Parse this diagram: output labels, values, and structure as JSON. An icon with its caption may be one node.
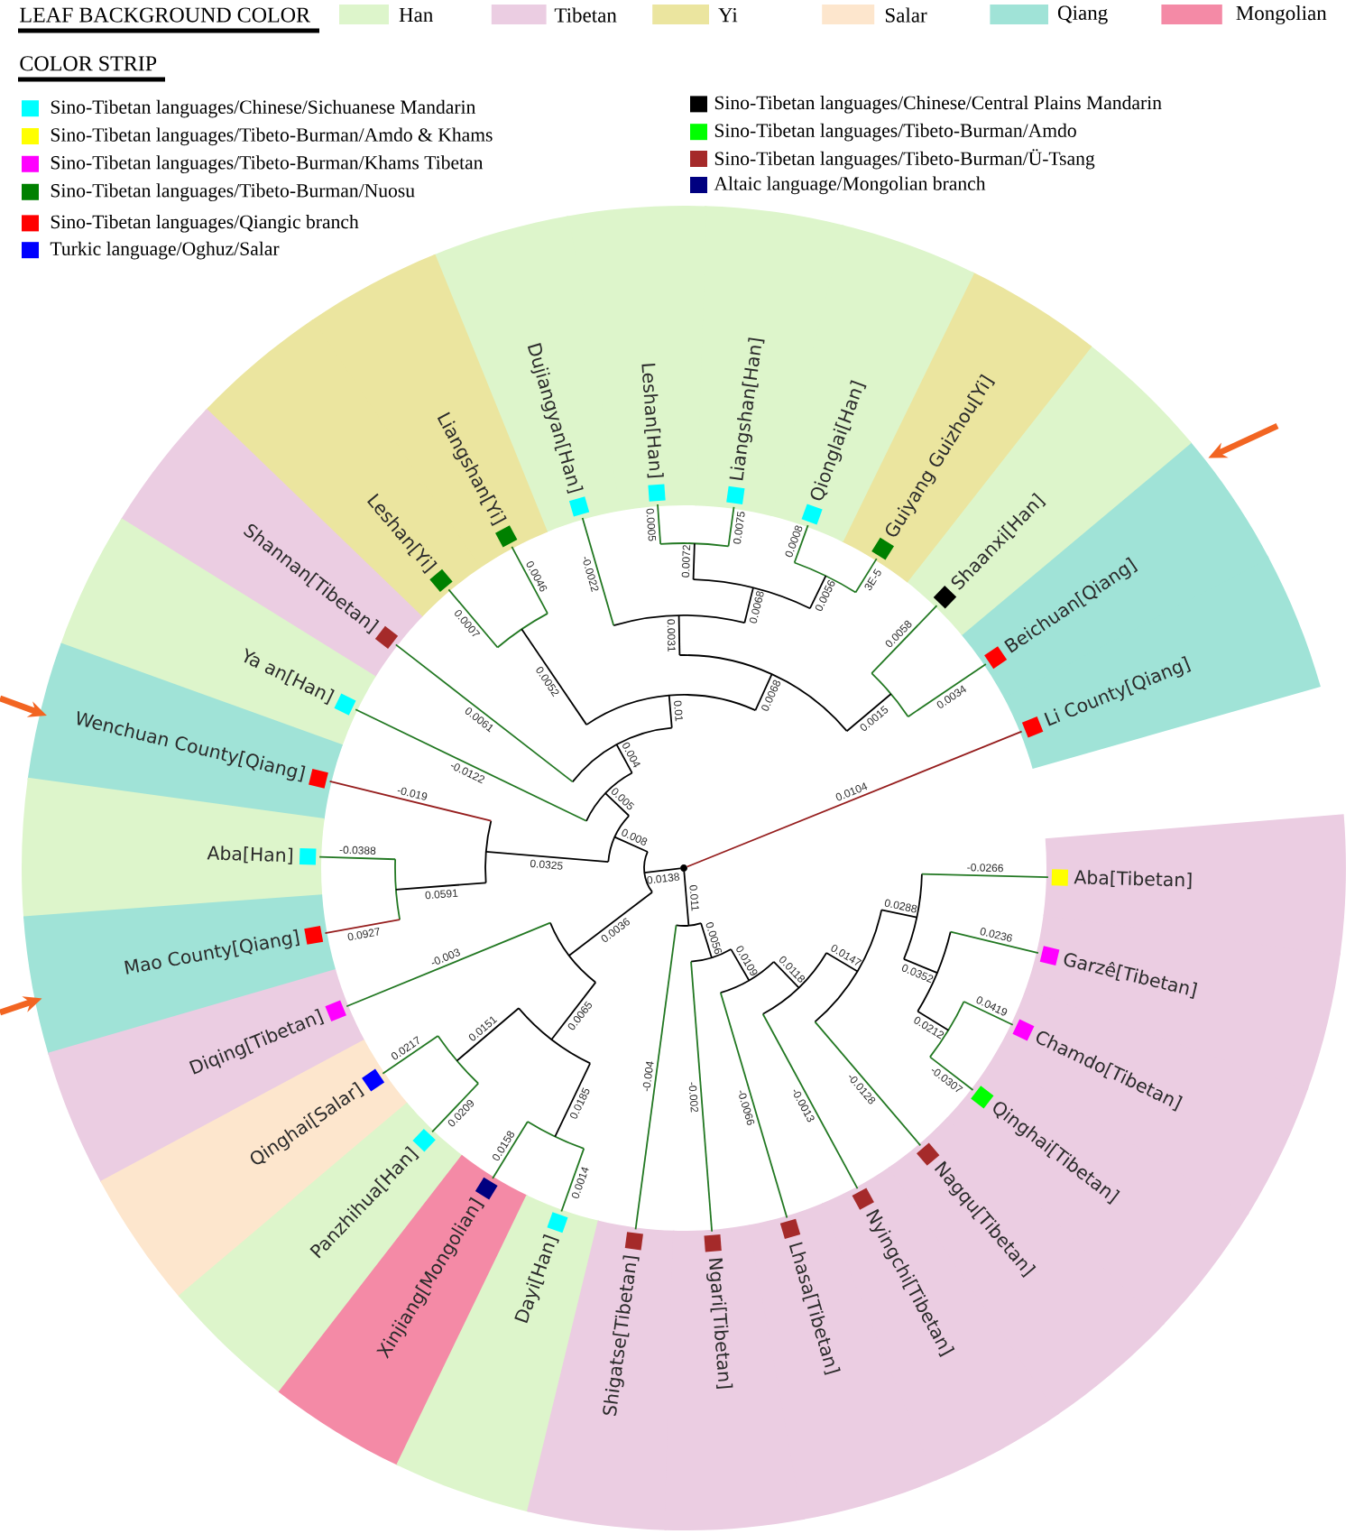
{
  "diagram": {
    "nodes": [
      {
        "text": [
          "Li County[Qiang]"
        ]
      },
      {
        "text": [
          "Beichuan[Qiang]"
        ]
      },
      {
        "text": [
          "Shaanxi[Han]"
        ]
      },
      {
        "text": [
          "Guiyang Guizhou[Yi]"
        ]
      },
      {
        "text": [
          "Qionglai[Han]"
        ]
      },
      {
        "text": [
          "Liangshan[Han]"
        ]
      },
      {
        "text": [
          "Leshan[Han]"
        ]
      },
      {
        "text": [
          "Dujiangyan[Han]"
        ]
      },
      {
        "text": [
          "Liangshan[Yi]"
        ]
      },
      {
        "text": [
          "Leshan[Yi]"
        ]
      },
      {
        "text": [
          "Shannan[Tibetan]"
        ]
      },
      {
        "text": [
          "Ya an[Han]"
        ]
      },
      {
        "text": [
          "Wenchuan County[Qiang]"
        ]
      },
      {
        "text": [
          "Aba[Han]"
        ]
      },
      {
        "text": [
          "Mao County[Qiang]"
        ]
      },
      {
        "text": [
          "Diqing[Tibetan]"
        ]
      },
      {
        "text": [
          "Qinghai[Salar]"
        ]
      },
      {
        "text": [
          "Panzhihua[Han]"
        ]
      },
      {
        "text": [
          "Xinjiang[Mongolian]"
        ]
      },
      {
        "text": [
          "Dayi[Han]"
        ]
      },
      {
        "text": [
          "Shigatse[Tibetan]"
        ]
      },
      {
        "text": [
          "Ngari[Tibetan]"
        ]
      },
      {
        "text": [
          "Lhasa[Tibetan]"
        ]
      },
      {
        "text": [
          "Nyingchi[Tibetan]"
        ]
      },
      {
        "text": [
          "Nagqu[Tibetan]"
        ]
      },
      {
        "text": [
          "Qinghai[Tibetan]"
        ]
      },
      {
        "text": [
          "Chamdo[Tibetan]"
        ]
      },
      {
        "text": [
          "Garzê[Tibetan]"
        ]
      },
      {
        "text": [
          "Aba[Tibetan]"
        ]
      },
      {
        "text": [],
        "shape": "circle"
      },
      {
        "text": [],
        "shape": "bar"
      },
      {
        "text": [],
        "shape": "bar"
      },
      {
        "text": [],
        "shape": "bar"
      },
      {
        "text": [],
        "shape": "bar"
      },
      {
        "text": [],
        "shape": "bar"
      },
      {
        "text": [],
        "shape": "bar"
      },
      {
        "text": [],
        "shape": "bar"
      },
      {
        "text": [],
        "shape": "bar"
      },
      {
        "text": [],
        "shape": "bar"
      },
      {
        "text": [],
        "shape": "bar"
      },
      {
        "text": [],
        "shape": "bar"
      },
      {
        "text": [],
        "shape": "bar"
      },
      {
        "text": [],
        "shape": "bar"
      },
      {
        "text": [],
        "shape": "bar"
      },
      {
        "text": [],
        "shape": "bar"
      },
      {
        "text": [],
        "shape": "bar"
      },
      {
        "text": [],
        "shape": "bar"
      },
      {
        "text": [],
        "shape": "bar"
      },
      {
        "text": [],
        "shape": "bar"
      },
      {
        "text": [],
        "shape": "bar"
      },
      {
        "text": [],
        "shape": "bar"
      },
      {
        "text": [],
        "shape": "bar"
      },
      {
        "text": [],
        "shape": "bar"
      },
      {
        "text": [],
        "shape": "bar"
      },
      {
        "text": [],
        "shape": "bar"
      },
      {
        "text": [],
        "shape": "bar"
      }
    ],
    "edges": [
      {
        "from": 29,
        "to": 0,
        "arrow": "none",
        "label": "0.0104",
        "color": "#961e1e"
      },
      {
        "from": 55,
        "to": 1,
        "arrow": "none",
        "label": "0.0034"
      },
      {
        "from": 55,
        "to": 2,
        "arrow": "none",
        "label": "0.0058"
      },
      {
        "from": 50,
        "to": 55,
        "arrow": "none",
        "label": "0.0015",
        "color": "#000000"
      },
      {
        "from": 54,
        "to": 3,
        "arrow": "none",
        "label": "3E-5"
      },
      {
        "from": 54,
        "to": 4,
        "arrow": "none",
        "label": "0.0008"
      },
      {
        "from": 52,
        "to": 54,
        "arrow": "none",
        "label": "0.0056",
        "color": "#000000"
      },
      {
        "from": 53,
        "to": 5,
        "arrow": "none",
        "label": "0.0075"
      },
      {
        "from": 53,
        "to": 6,
        "arrow": "none",
        "label": "0.0005"
      },
      {
        "from": 52,
        "to": 53,
        "arrow": "none",
        "label": "0.0072",
        "color": "#000000"
      },
      {
        "from": 51,
        "to": 52,
        "arrow": "none",
        "label": "0.0068",
        "color": "#000000"
      },
      {
        "from": 51,
        "to": 7,
        "arrow": "none",
        "label": "-0.0022"
      },
      {
        "from": 50,
        "to": 51,
        "arrow": "none",
        "label": "0.0031",
        "color": "#000000"
      },
      {
        "from": 48,
        "to": 50,
        "arrow": "none",
        "label": "0.0068",
        "color": "#000000"
      },
      {
        "from": 49,
        "to": 8,
        "arrow": "none",
        "label": "0.0046"
      },
      {
        "from": 49,
        "to": 9,
        "arrow": "none",
        "label": "0.0007"
      },
      {
        "from": 48,
        "to": 49,
        "arrow": "none",
        "label": "0.0052",
        "color": "#000000"
      },
      {
        "from": 47,
        "to": 48,
        "arrow": "none",
        "label": "0.01",
        "color": "#000000"
      },
      {
        "from": 47,
        "to": 10,
        "arrow": "none",
        "label": "0.0061"
      },
      {
        "from": 46,
        "to": 47,
        "arrow": "none",
        "label": "0.004",
        "color": "#000000"
      },
      {
        "from": 46,
        "to": 11,
        "arrow": "none",
        "label": "-0.0122"
      },
      {
        "from": 43,
        "to": 46,
        "arrow": "none",
        "label": "0.005",
        "color": "#000000"
      },
      {
        "from": 44,
        "to": 12,
        "arrow": "none",
        "label": "-0.019",
        "color": "#961e1e"
      },
      {
        "from": 45,
        "to": 13,
        "arrow": "none",
        "label": "-0.0388"
      },
      {
        "from": 45,
        "to": 14,
        "arrow": "none",
        "label": "0.0927",
        "color": "#961e1e"
      },
      {
        "from": 44,
        "to": 45,
        "arrow": "none",
        "label": "0.0591",
        "color": "#000000"
      },
      {
        "from": 43,
        "to": 44,
        "arrow": "none",
        "label": "0.0325",
        "color": "#000000"
      },
      {
        "from": 38,
        "to": 43,
        "arrow": "none",
        "label": "0.008",
        "color": "#000000"
      },
      {
        "from": 39,
        "to": 15,
        "arrow": "none",
        "label": "-0.003"
      },
      {
        "from": 41,
        "to": 16,
        "arrow": "none",
        "label": "0.0217"
      },
      {
        "from": 41,
        "to": 17,
        "arrow": "none",
        "label": "0.0209"
      },
      {
        "from": 40,
        "to": 41,
        "arrow": "none",
        "label": "0.0151",
        "color": "#000000"
      },
      {
        "from": 42,
        "to": 18,
        "arrow": "none",
        "label": "0.0158"
      },
      {
        "from": 42,
        "to": 19,
        "arrow": "none",
        "label": "0.0014"
      },
      {
        "from": 40,
        "to": 42,
        "arrow": "none",
        "label": "0.0185",
        "color": "#000000"
      },
      {
        "from": 39,
        "to": 40,
        "arrow": "none",
        "label": "0.0065",
        "color": "#000000"
      },
      {
        "from": 38,
        "to": 39,
        "arrow": "none",
        "label": "0.0036",
        "color": "#000000"
      },
      {
        "from": 29,
        "to": 38,
        "arrow": "none",
        "label": "0.0138",
        "color": "#000000"
      },
      {
        "from": 29,
        "to": 30,
        "arrow": "none",
        "label": "0.011",
        "color": "#000000"
      },
      {
        "from": 30,
        "to": 20,
        "arrow": "none",
        "label": "-0.004"
      },
      {
        "from": 30,
        "to": 31,
        "arrow": "none",
        "label": "0.0056",
        "color": "#000000"
      },
      {
        "from": 31,
        "to": 21,
        "arrow": "none",
        "label": "-0.002"
      },
      {
        "from": 31,
        "to": 32,
        "arrow": "none",
        "label": "0.0109",
        "color": "#000000"
      },
      {
        "from": 32,
        "to": 22,
        "arrow": "none",
        "label": "-0.0066"
      },
      {
        "from": 32,
        "to": 33,
        "arrow": "none",
        "label": "0.0118",
        "color": "#000000"
      },
      {
        "from": 33,
        "to": 23,
        "arrow": "none",
        "label": "-0.0013"
      },
      {
        "from": 33,
        "to": 34,
        "arrow": "none",
        "label": "0.0147",
        "color": "#000000"
      },
      {
        "from": 34,
        "to": 24,
        "arrow": "none",
        "label": "-0.0128"
      },
      {
        "from": 34,
        "to": 35,
        "arrow": "none",
        "label": "0.0288",
        "color": "#000000"
      },
      {
        "from": 35,
        "to": 36,
        "arrow": "none",
        "label": "0.0352",
        "color": "#000000"
      },
      {
        "from": 35,
        "to": 28,
        "arrow": "none",
        "label": "-0.0266"
      },
      {
        "from": 36,
        "to": 37,
        "arrow": "none",
        "label": "0.0212",
        "color": "#000000"
      },
      {
        "from": 36,
        "to": 27,
        "arrow": "none",
        "label": "0.0236"
      },
      {
        "from": 37,
        "to": 25,
        "arrow": "none",
        "label": "-0.0307"
      },
      {
        "from": 37,
        "to": 26,
        "arrow": "none",
        "label": "0.0419"
      },
      {
        "from": null,
        "to": 1,
        "arrow": "to",
        "style": "thick",
        "color": "#f26522"
      },
      {
        "from": null,
        "to": 12,
        "arrow": "to",
        "style": "thick",
        "color": "#f26522"
      },
      {
        "from": null,
        "to": 14,
        "arrow": "to",
        "style": "thick",
        "color": "#f26522"
      }
    ],
    "labels": [
      "LEAF BACKGROUND COLOR",
      "COLOR STRIP"
    ],
    "legend": [
      {
        "text": "Han",
        "color": "#ddf5cb"
      },
      {
        "text": "Tibetan",
        "color": "#ebcde2"
      },
      {
        "text": "Yi",
        "color": "#ebe59f"
      },
      {
        "text": "Salar",
        "color": "#fde6cd"
      },
      {
        "text": "Qiang",
        "color": "#a0e3d7"
      },
      {
        "text": "Mongolian",
        "color": "#f48aa6"
      },
      {
        "text": "Sino-Tibetan languages/Chinese/Sichuanese Mandarin",
        "color": "#00ffff"
      },
      {
        "text": "Sino-Tibetan languages/Tibeto-Burman/Amdo & Khams",
        "color": "#ffff00"
      },
      {
        "text": "Sino-Tibetan languages/Tibeto-Burman/Khams Tibetan",
        "color": "#ff00ff"
      },
      {
        "text": "Sino-Tibetan languages/Tibeto-Burman/Nuosu",
        "color": "#008000"
      },
      {
        "text": "Sino-Tibetan languages/Qiangic branch",
        "color": "#ff0000"
      },
      {
        "text": "Turkic language/Oghuz/Salar",
        "color": "#0000ff"
      },
      {
        "text": "Sino-Tibetan languages/Chinese/Central Plains Mandarin",
        "color": "#000000"
      },
      {
        "text": "Sino-Tibetan languages/Tibeto-Burman/Amdo",
        "color": "#00ff00"
      },
      {
        "text": "Sino-Tibetan languages/Tibeto-Burman/Ü-Tsang",
        "color": "#a52a2a"
      },
      {
        "text": "Altaic language/Mongolian branch",
        "color": "#000080"
      }
    ]
  }
}
